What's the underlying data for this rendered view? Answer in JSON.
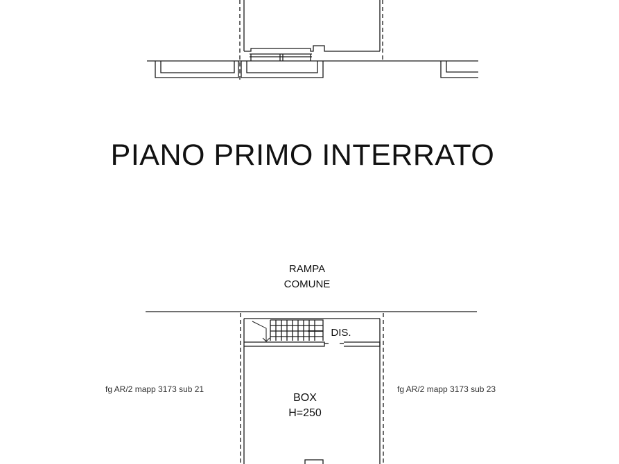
{
  "title": "PIANO PRIMO INTERRATO",
  "labels": {
    "rampa_line1": "RAMPA",
    "rampa_line2": "COMUNE",
    "dis": "DIS.",
    "neighbor_left": "fg AR/2 mapp 3173 sub 21",
    "neighbor_right": "fg AR/2 mapp 3173 sub 23",
    "box_line1": "BOX",
    "box_line2": "H=250"
  }
}
